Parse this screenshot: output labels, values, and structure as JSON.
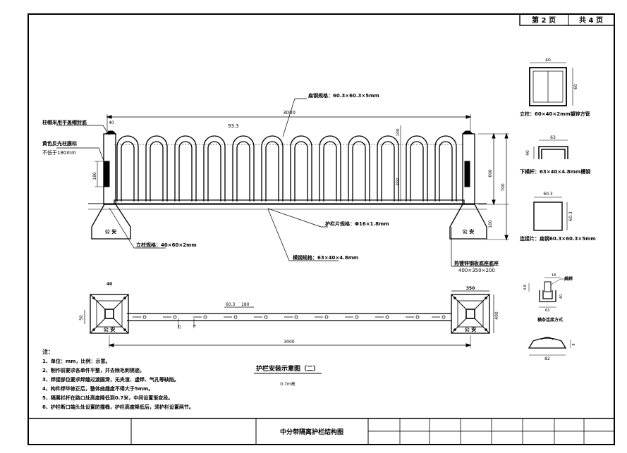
{
  "header": {
    "page_label": "第 2 页",
    "total_label": "共 4 页"
  },
  "elevation": {
    "dim_total_top": "3000",
    "dim_inner": "93.3",
    "top_rail_spec": "扁钢规格：60.3×60.3×5mm",
    "cap_note": "柱帽采用平盖帽封底",
    "cap_dim": "40",
    "reflective_note_1": "黄色反光柱膜标",
    "reflective_note_2": "不低于180mm",
    "reflective_dim": "180",
    "dim_arch_height": "100",
    "dim_lower_height": "300",
    "dim_panel_height": "600",
    "dim_total_height": "700",
    "dim_base_height": "100",
    "panel_spec": "护栏片规格：Φ16×1.8mm",
    "post_spec": "立柱规格：40×60×2mm",
    "rail_spec": "横钢规格：63×40×4.8mm",
    "base_spec_1": "热镀锌钢板底座底座",
    "base_spec_2": "400×350×200",
    "base_label": "公 安"
  },
  "plan": {
    "dim_left": "40",
    "dim_spacing_a": "60.3",
    "dim_spacing_b": "180",
    "dim_right_top": "350",
    "dim_right_side": "400",
    "dim_left_side": "50",
    "dim_small_a": "15",
    "dim_small_b": "5",
    "dim_total_bottom": "3000",
    "base_label": "公 安"
  },
  "details": {
    "post_width": "40",
    "post_height": "60",
    "post_caption": "立柱：60×40×2mm镀锌方管",
    "rail_width": "63",
    "rail_height": "40",
    "rail_caption": "下横杆：63×40×4.8mm槽钢",
    "plate_width": "60.3",
    "plate_height": "60.3",
    "plate_caption": "连接片：扁钢60.3×60.3×5mm",
    "joint_dim_a": "4.8",
    "joint_dim_b": "18",
    "joint_dim_c": "40",
    "joint_dim_d": "63",
    "joint_weld": "焊焊",
    "joint_caption": "横条连接方式",
    "cap_dim_side": "8",
    "cap_dim_bottom": "82"
  },
  "notes": {
    "heading": "注：",
    "items": [
      "1、单位：mm，比例：示意。",
      "2、制作前要求各单件平整，并去除毛刺锈迹。",
      "3、焊接部位要求焊缝过渡圆滑，无夹渣、虚焊、气孔等缺陷。",
      "4、构件焊毕修正后，整体曲翘度不得大于5mm。",
      "5、隔离栏杆在路口处高度降低到0.7米，中间设置渐变段。",
      "6、护栏断口端头处设置防撞桶，护栏高度降低后，须护栏设置两节。"
    ]
  },
  "figure": {
    "title": "护栏安装示意图（二）",
    "subtitle": "0.7m高"
  },
  "title_block": {
    "drawing_title": "中分带隔离护栏结构图"
  }
}
